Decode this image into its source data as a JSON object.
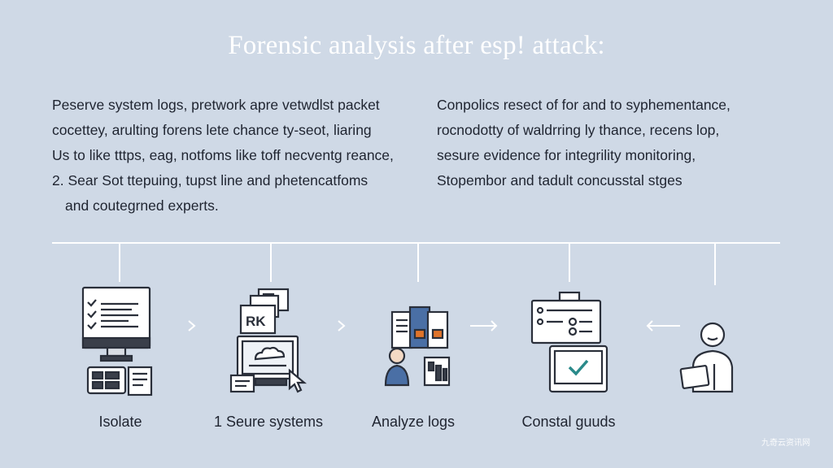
{
  "title": "Forensic analysis after esp! attack:",
  "left_column": [
    "Peserve system logs, pretwork apre vetwdlst packet",
    "cocettey, arulting forens lete chance ty-seot, liaring",
    "Us to like tttps, eag, notfoms like toff necventg reance,",
    "2. Sear Sot  ttepuing, tupst line and phetencatfoms",
    "and coutegrned experts."
  ],
  "right_column": [
    "Conpolics resect of for and to syphementance,",
    "rocnodotty of waldrring ly thance, recens lop,",
    "sesure evidence for integrility monitoring,",
    "Stopembor and tadult concusstal stges"
  ],
  "steps": [
    {
      "label": "Isolate",
      "icon": "monitor-checklist-icon"
    },
    {
      "label": "1 Seure systems",
      "icon": "computer-documents-icon"
    },
    {
      "label": "Analyze logs",
      "icon": "analyst-server-icon"
    },
    {
      "label": "Constal guuds",
      "icon": "monitor-checkmark-icon"
    },
    {
      "label": "",
      "icon": "person-tablet-icon"
    }
  ],
  "watermark": "九奇云资讯网",
  "colors": {
    "background": "#cfd9e6",
    "line": "#ffffff",
    "icon_stroke": "#2a2f3a",
    "accent_orange": "#e0742a",
    "accent_teal": "#2a8a8a",
    "accent_blue": "#4a6fa5"
  }
}
